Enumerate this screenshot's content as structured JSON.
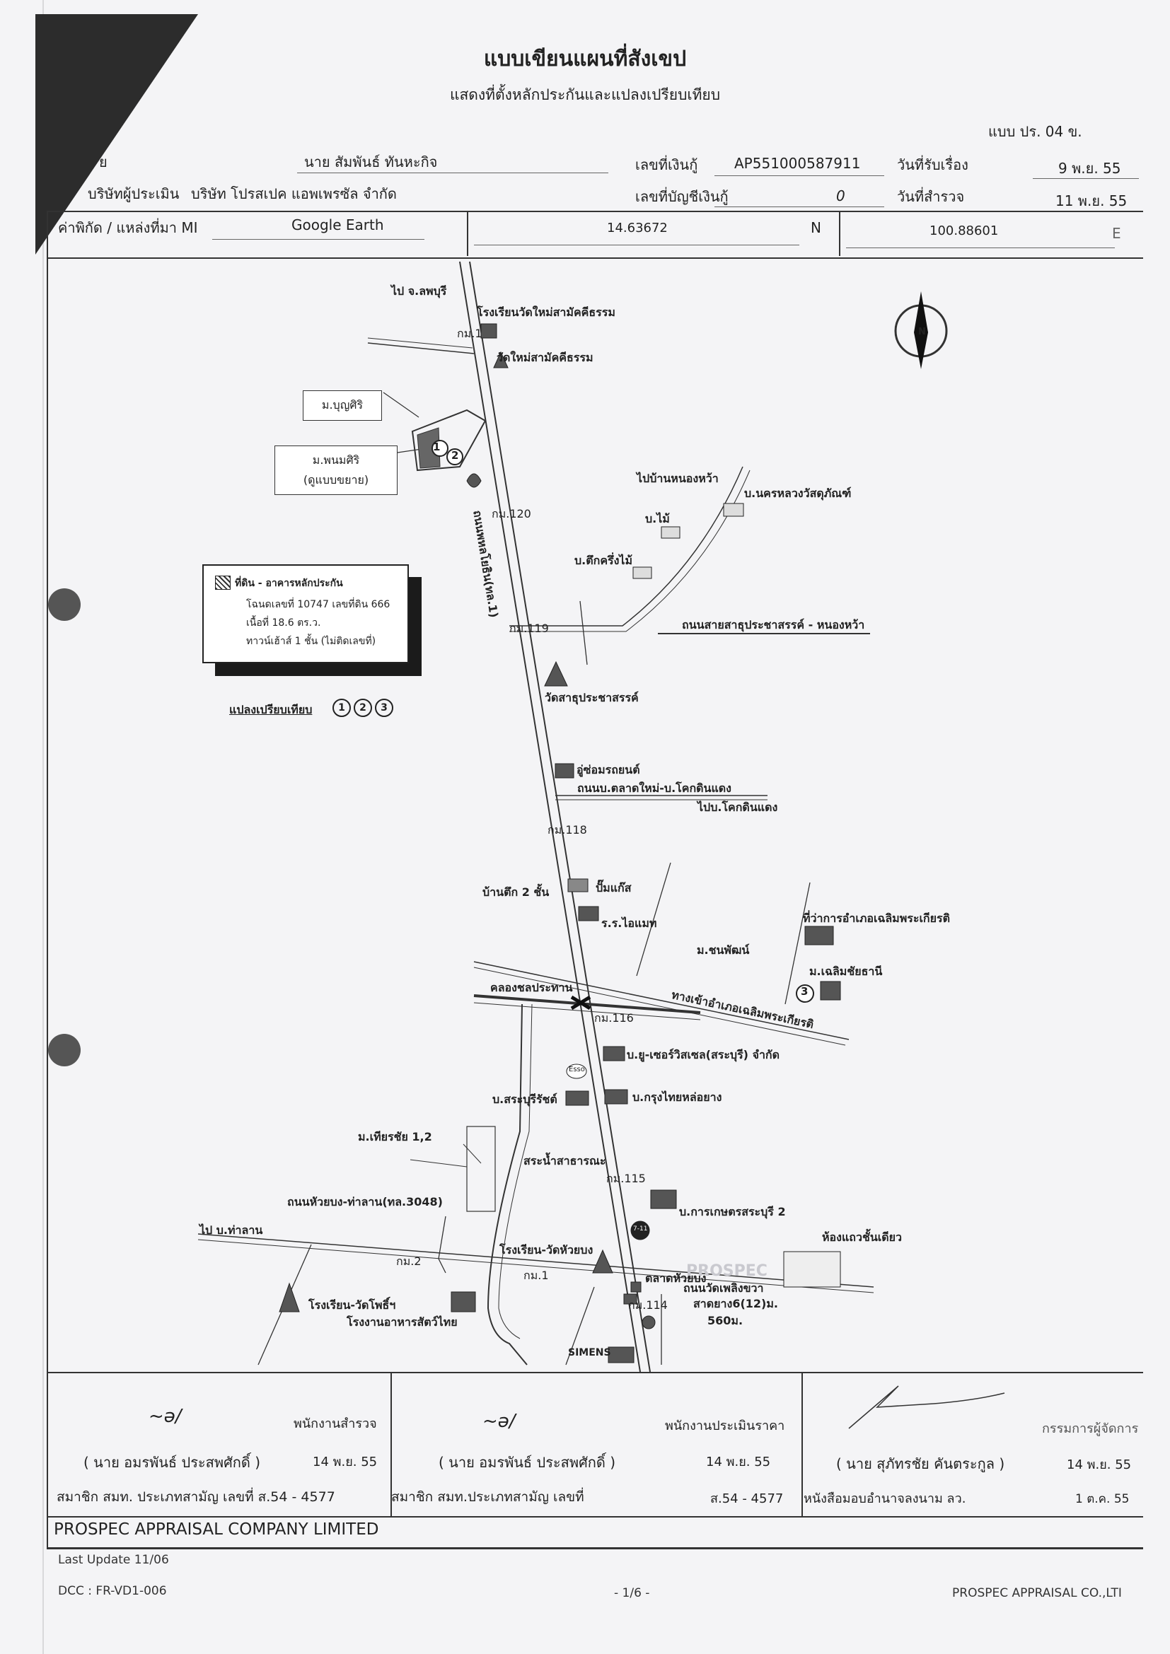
{
  "header": {
    "title": "แบบเขียนแผนที่สังเขป",
    "subtitle": "แสดงที่ตั้งหลักประกันและแปลงเปรียบเทียบ",
    "form_code": "แบบ ปร. 04 ข."
  },
  "info": {
    "row1_label_fragment": "ย",
    "applicant_name": "นาย สัมพันธ์ ทันหะกิจ",
    "loan_no_label": "เลขที่เงินกู้",
    "loan_no": "AP551000587911",
    "received_label": "วันที่รับเรื่อง",
    "received_date": "9 พ.ย. 55",
    "appraiser_label": "บริษัทผู้ประเมิน",
    "appraiser": "บริษัท โปรสเปค แอพเพรซัล จำกัด",
    "account_label": "เลขที่บัญชีเงินกู้",
    "account_no": "0",
    "survey_label": "วันที่สำรวจ",
    "survey_date": "11 พ.ย. 55",
    "coord_label": "ค่าพิกัด / แหล่งที่มา MI",
    "coord_source": "Google Earth",
    "lat": "14.63672",
    "lat_dir": "N",
    "lon": "100.88601",
    "lon_dir": "E"
  },
  "map": {
    "north": "N",
    "labels": {
      "to_lopburi": "ไป จ.ลพบุรี",
      "school1": "โรงเรียนวัดใหม่สามัคคีธรรม",
      "km_top": "กม.1",
      "temple1": "วัดใหม่สามัคคีธรรม",
      "village_bunsiri": "ม.บุญศิริ",
      "village_phanomsiri": "ม.พนมศิริ",
      "village_phanomsiri_note": "(ดูแบบขยาย)",
      "km120": "กม.120",
      "highway1": "ถนนพหลโยธิน(ทล.1)",
      "to_nongwa": "ไปบ้านหนองหว้า",
      "house_nakhon": "บ.นครหลวงวัสดุภัณฑ์",
      "bmai": "บ.ไม้",
      "teuk_kreung": "บ.ตึกครึ่งไม้",
      "km119": "กม.119",
      "road_satu": "ถนนสายสาธุประชาสรรค์ - หนองหว้า",
      "temple_satu": "วัดสาธุประชาสรรค์",
      "garage": "อู่ซ่อมรถยนต์",
      "road_talat": "ถนนบ.ตลาดใหม่-บ.โคกดินแดง",
      "to_khokdin": "ไปบ.โคกดินแดง",
      "km118": "กม.118",
      "two_storey": "บ้านตึก 2 ชั้น",
      "ptt": "ปั๊มแก๊ส",
      "rr_thai": "ร.ร.ไอแมท",
      "district_office": "ที่ว่าการอำเภอเฉลิมพระเกียรติ",
      "m_chonpat": "ม.ชนพัฒน์",
      "m_chalerm": "ม.เฉลิมชัยธานี",
      "canal": "คลองชลประทาน",
      "road_chalerm": "ทางเข้าอำเภอเฉลิมพระเกียรติ",
      "km116": "กม.116",
      "u_service": "บ.ยู-เซอร์วิสเซล(สระบุรี) จำกัด",
      "esso": "Esso",
      "saraburi_rat": "บ.สระบุรีรัชต์",
      "krungthai": "บ.กรุงไทยหล่อยาง",
      "m_theerachai": "ม.เทียรชัย 1,2",
      "public_utility": "สระน้ำสาธารณะ",
      "km115": "กม.115",
      "road_huaibong": "ถนนหัวยบง-ท่าลาน(ทล.3048)",
      "kankaset": "บ.การเกษตรสระบุรี 2",
      "to_thalan": "ไป บ.ท่าลาน",
      "km2": "กม.2",
      "school_huaibong": "โรงเรียน-วัดหัวยบง",
      "seven": "7-11",
      "row_houses": "ห้องแถวชั้นเดียว",
      "km1": "กม.1",
      "market_huaibong": "ตลาดหัวยบง",
      "road_wat_pho": "ถนนวัดเพลิงขวา",
      "dist_note": "สาดยาง6(12)ม.",
      "dist_note2": "560ม.",
      "school_phothi": "โรงเรียน-วัดโพธิ์ฯ",
      "animal_feed": "โรงงานอาหารสัตว์ไทย",
      "siemens": "SIMENS",
      "km114": "กม.114",
      "sale_fragment": "PROSPEC"
    },
    "legend": {
      "title": "ที่ดิน - อาคารหลักประกัน",
      "deed": "โฉนดเลขที่ 10747 เลขที่ดิน 666",
      "area": "เนื้อที่ 18.6 ตร.ว.",
      "building": "ทาวน์เฮ้าส์ 1 ชั้น (ไม่ติดเลขที่)"
    },
    "comparison_label": "แปลงเปรียบเทียบ",
    "markers": [
      "1",
      "2",
      "3"
    ]
  },
  "signatures": [
    {
      "role": "พนักงานสำรวจ",
      "name": "( นาย อมรพันธ์ ประสพศักดิ์ )",
      "date": "14 พ.ย. 55",
      "member": "สมาชิก สมท. ประเภทสามัญ  เลขที่ ส.54 - 4577"
    },
    {
      "role": "พนักงานประเมินราคา",
      "name": "( นาย อมรพันธ์ ประสพศักดิ์ )",
      "date": "14 พ.ย. 55",
      "member_label": "สมาชิก สมท.ประเภทสามัญ  เลขที่",
      "member_no": "ส.54 - 4577"
    },
    {
      "role": "กรรมการผู้จัดการ",
      "name": "( นาย สุภัทรชัย คันตระกูล )",
      "date": "14 พ.ย. 55",
      "member_label": "หนังสือมอบอำนาจลงนาม ลว.",
      "member_no": "1 ต.ค. 55"
    }
  ],
  "footer": {
    "company": "PROSPEC APPRAISAL COMPANY LIMITED",
    "last_update": "Last Update 11/06",
    "doc_code": "DCC : FR-VD1-006",
    "page": "- 1/6 -",
    "company_short": "PROSPEC APPRAISAL CO.,LTI"
  }
}
